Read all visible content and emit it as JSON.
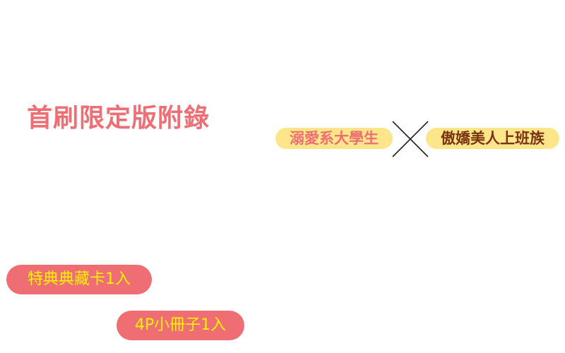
{
  "title": "首刷限定版附錄",
  "pairing": {
    "left": "溺愛系大學生",
    "right": "傲嬌美人上班族"
  },
  "bonuses": [
    {
      "label": "特典典藏卡1入"
    },
    {
      "label": "4P小冊子1入"
    }
  ],
  "colors": {
    "accent_red": "#ef6e73",
    "pill_yellow": "#fde68a",
    "text_yellow": "#fff200",
    "text_brown": "#7a3410"
  }
}
